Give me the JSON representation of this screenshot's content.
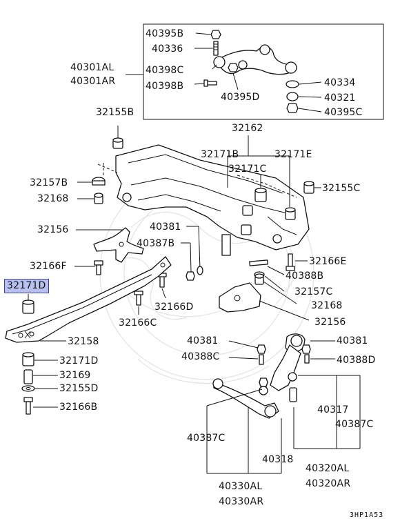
{
  "diagram": {
    "selected_part": "32171D",
    "labels": {
      "p40395B": "40395B",
      "p40336": "40336",
      "p40301AL": "40301AL",
      "p40301AR": "40301AR",
      "p40398C": "40398C",
      "p40398B_top": "40398B",
      "p40395D": "40395D",
      "p40334": "40334",
      "p40321": "40321",
      "p40395C": "40395C",
      "p32155B": "32155B",
      "p32162": "32162",
      "p32171B": "32171B",
      "p32171E": "32171E",
      "p32171C": "32171C",
      "p32157B": "32157B",
      "p32155C": "32155C",
      "p32168_left": "32168",
      "p32156_left": "32156",
      "p40381_mid": "40381",
      "p40387B": "40387B",
      "p32166E": "32166E",
      "p32166F": "32166F",
      "p40388B": "40388B",
      "p32171D_sel": "32171D",
      "p32157C": "32157C",
      "p32168_right": "32168",
      "p32166D": "32166D",
      "p32156_right": "32156",
      "p32166C": "32166C",
      "p32158": "32158",
      "p40381_l": "40381",
      "p40381_r": "40381",
      "p40388C": "40388C",
      "p40388D": "40388D",
      "p32171D": "32171D",
      "p32169": "32169",
      "p32155D": "32155D",
      "p32166B": "32166B",
      "p40317": "40317",
      "p40387C_l": "40387C",
      "p40387C_r": "40387C",
      "p40318": "40318",
      "p40320AL": "40320AL",
      "p40320AR": "40320AR",
      "p40330AL": "40330AL",
      "p40330AR": "40330AR"
    },
    "figure_code": "3HP1A53"
  }
}
